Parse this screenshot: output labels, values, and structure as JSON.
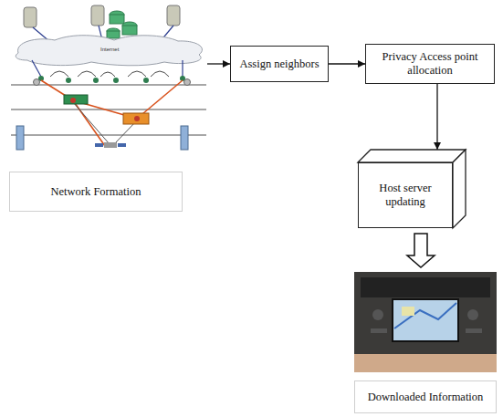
{
  "diagram": {
    "nodes": [
      {
        "text": [
          "Network Formation"
        ]
      },
      {
        "text": [
          "Assign neighbors"
        ]
      },
      {
        "text": [
          "Privacy Access point allocation"
        ]
      },
      {
        "text": [
          "Host server updating"
        ]
      },
      {
        "text": [
          "Downloaded Information"
        ]
      }
    ],
    "edges": [
      {
        "from": 0,
        "to": 1,
        "arrow": "to"
      },
      {
        "from": 1,
        "to": 2,
        "arrow": "to"
      },
      {
        "from": 2,
        "to": 3,
        "arrow": "to"
      },
      {
        "from": 3,
        "to": 4,
        "arrow": "to"
      }
    ],
    "labels": [
      "Internet"
    ]
  }
}
